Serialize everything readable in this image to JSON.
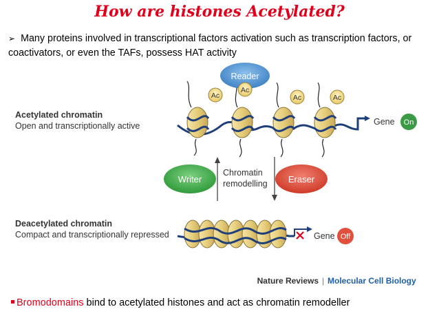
{
  "title": "How are histones Acetylated?",
  "bullet1": {
    "symbol": "➢",
    "text": "Many proteins involved in transcriptional factors activation such as transcription factors, or coactivators, or even the TAFs, possess HAT activity"
  },
  "figure": {
    "acetylated": {
      "heading": "Acetylated chromatin",
      "subheading": "Open and transcriptionally active"
    },
    "deacetylated": {
      "heading": "Deacetylated chromatin",
      "subheading": "Compact and transcriptionally repressed"
    },
    "reader": "Reader",
    "ac_label": "Ac",
    "gene_label": "Gene",
    "on_label": "On",
    "off_label": "Off",
    "writer": "Writer",
    "eraser": "Eraser",
    "remodelling_line1": "Chromatin",
    "remodelling_line2": "remodelling",
    "credit_source": "Nature Reviews",
    "credit_separator": "|",
    "credit_journal": "Molecular Cell Biology",
    "colors": {
      "reader": "#5b9bd5",
      "writer": "#4caf50",
      "eraser": "#e0503c",
      "on": "#3a9a45",
      "off": "#e0503c",
      "nucleosome": "#e8d28a",
      "dna": "#1f3f7a",
      "journal": "#1f5fa8"
    }
  },
  "bullet2": {
    "highlight": "Bromodomains",
    "text": " bind to acetylated histones and act as chromatin remodeller"
  }
}
